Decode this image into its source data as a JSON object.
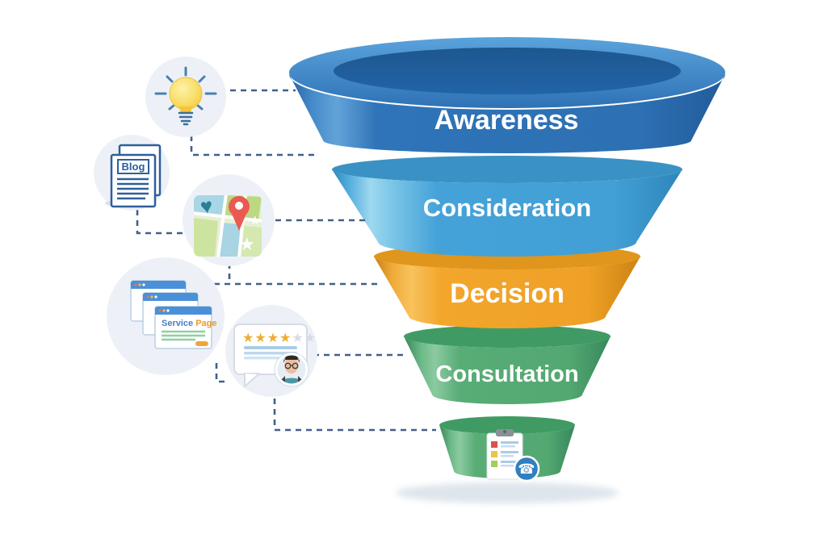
{
  "diagram": {
    "type": "marketing-funnel",
    "stages": [
      {
        "id": "awareness",
        "label": "Awareness",
        "color": "#2e72b6"
      },
      {
        "id": "consideration",
        "label": "Consideration",
        "color": "#45a2d8"
      },
      {
        "id": "decision",
        "label": "Decision",
        "color": "#f2a52b"
      },
      {
        "id": "consultation",
        "label": "Consultation",
        "color": "#55a973"
      },
      {
        "id": "contact",
        "label": "",
        "color": "#55a973"
      }
    ]
  },
  "side_icons": {
    "lightbulb": {
      "name": "lightbulb-icon"
    },
    "blog": {
      "name": "blog-icon",
      "label": "Blog"
    },
    "map": {
      "name": "map-location-icon",
      "heart_glyph": "♥",
      "star_glyph": "★"
    },
    "service_page": {
      "name": "service-page-icon",
      "word1": "Service",
      "word2": " Page"
    },
    "review": {
      "name": "review-icon",
      "stars_filled": "★★★★",
      "stars_empty": "★★"
    }
  },
  "bottom_icons": {
    "clipboard": {
      "name": "clipboard-icon"
    },
    "phone": {
      "name": "phone-icon",
      "glyph": "☎"
    }
  },
  "connector": {
    "color": "#41608a",
    "style": "dashed"
  }
}
